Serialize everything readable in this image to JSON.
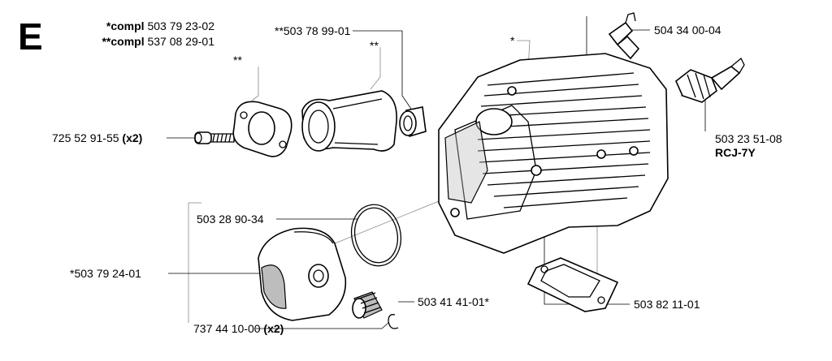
{
  "section_letter": "E",
  "assembly_notes": [
    {
      "prefix": "*compl",
      "number": "503 79 23-02"
    },
    {
      "prefix": "**compl",
      "number": "537 08 29-01"
    }
  ],
  "marks": {
    "single": "*",
    "double": "**"
  },
  "parts": {
    "screw": {
      "number": "725 52 91-55",
      "qty": "(x2)"
    },
    "intake_gasket": {
      "number": "**503 78 99-01"
    },
    "decompression_valve": {
      "number": "504 34 00-04"
    },
    "spark_plug": {
      "number": "503 23 51-08",
      "type": "RCJ-7Y"
    },
    "piston_ring": {
      "number": "503 28 90-34"
    },
    "piston": {
      "number": "*503 79 24-01"
    },
    "needle_bearing": {
      "number": "503 41 41-01*"
    },
    "cylinder_gasket": {
      "number": "503 82 11-01"
    },
    "circlip": {
      "number": "737 44 10-00",
      "qty": "(x2)"
    }
  }
}
